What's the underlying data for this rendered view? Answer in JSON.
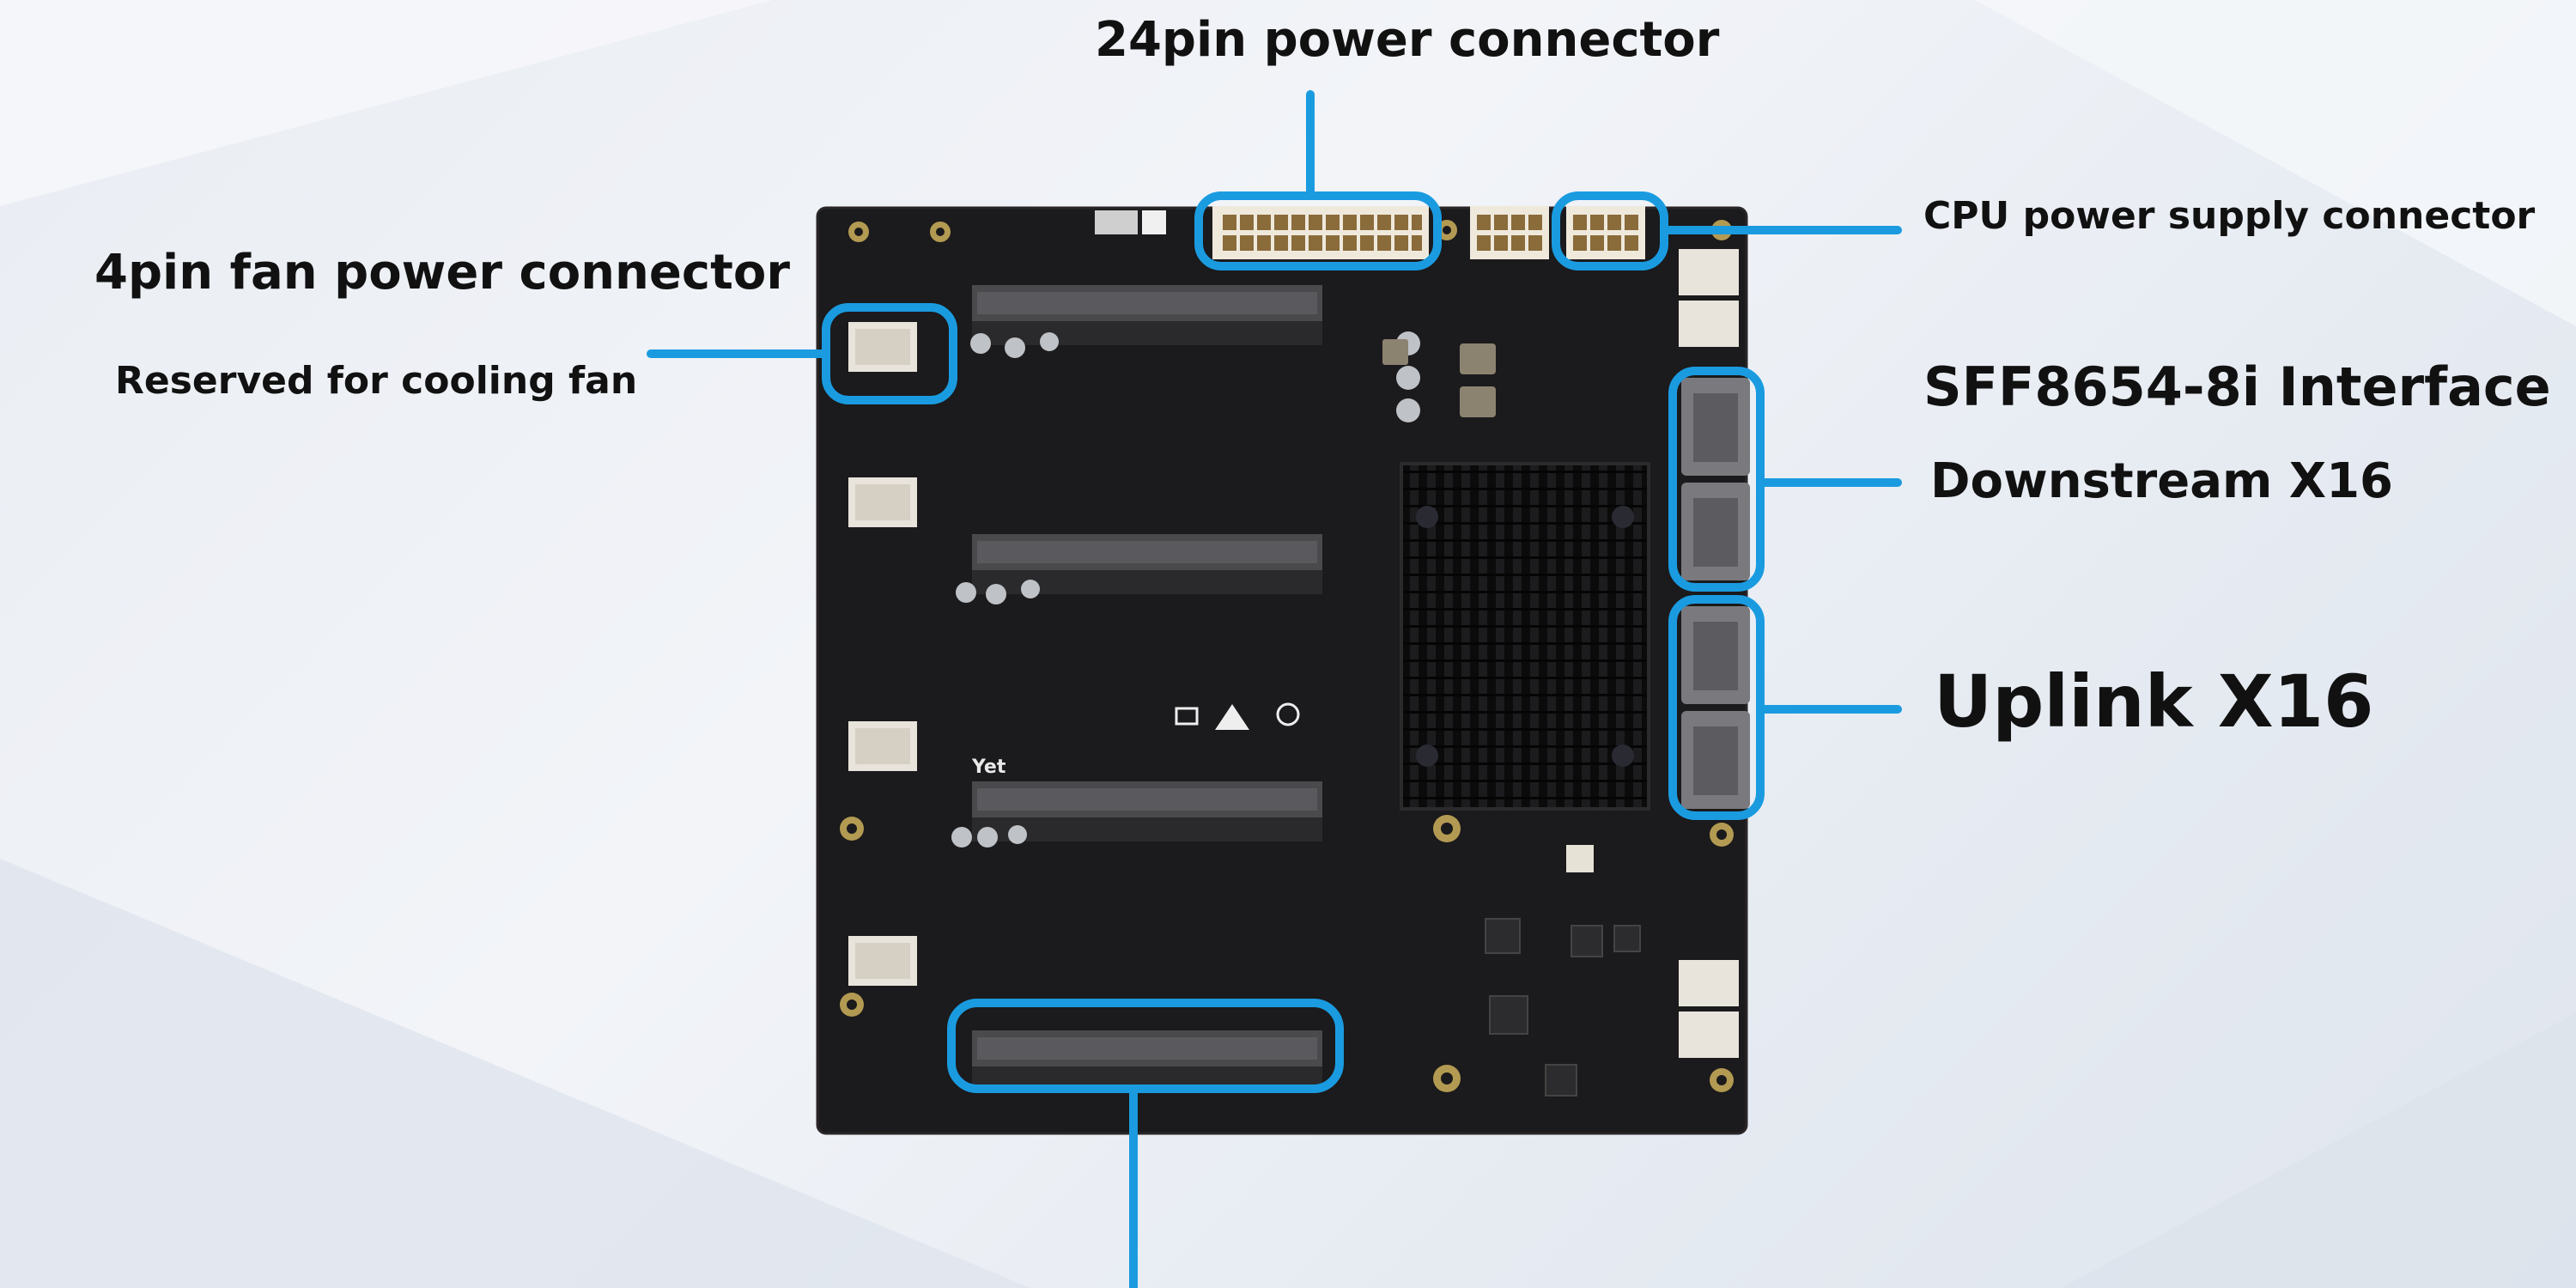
{
  "labels": {
    "power_24pin": "24pin power connector",
    "fan_power": "4pin fan power connector",
    "fan_reserved": "Reserved for cooling fan",
    "cpu_power": "CPU power supply connector",
    "sff_interface": "SFF8654-8i Interface",
    "downstream": "Downstream X16",
    "uplink": "Uplink X16"
  },
  "board_markings": {
    "silk_yet": "Yet"
  },
  "colors": {
    "callout": "#1a9be0",
    "board": "#1b1a1c",
    "slot": "#4a4a4d",
    "heatsink": "#0d0d0e",
    "label_text": "#111111"
  }
}
